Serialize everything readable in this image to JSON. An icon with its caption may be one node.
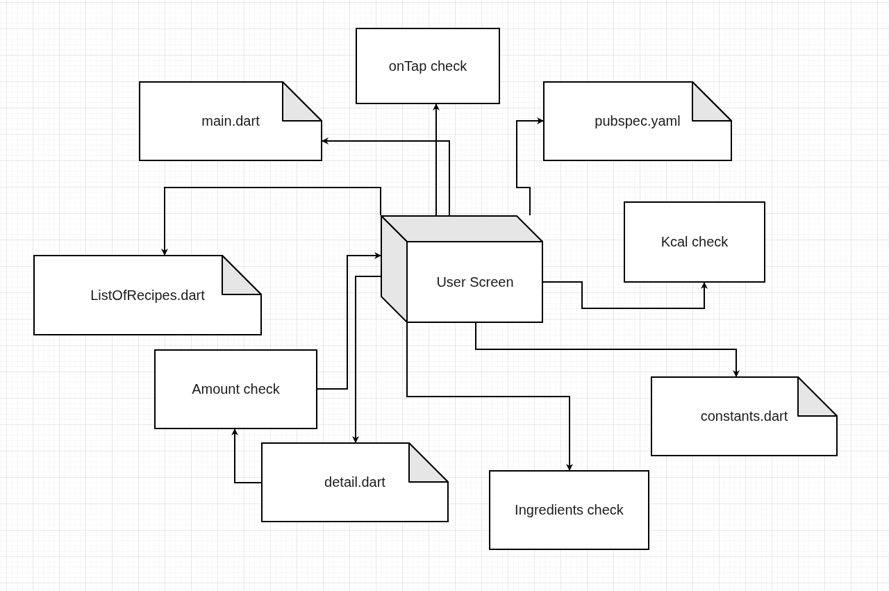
{
  "diagram": {
    "nodes": [
      {
        "text": [
          "onTap check"
        ]
      },
      {
        "text": [
          "main.dart"
        ]
      },
      {
        "text": [
          "pubspec.yaml"
        ]
      },
      {
        "text": [
          "ListOfRecipes.dart"
        ]
      },
      {
        "text": [
          "User Screen"
        ]
      },
      {
        "text": [
          "Kcal check"
        ]
      },
      {
        "text": [
          "Amount check"
        ]
      },
      {
        "text": [
          "constants.dart"
        ]
      },
      {
        "text": [
          "detail.dart"
        ]
      },
      {
        "text": [
          "Ingredients check"
        ]
      }
    ],
    "edges": [
      {
        "from": 4,
        "to": 0,
        "arrow": "to"
      },
      {
        "from": 4,
        "to": 1,
        "arrow": "to"
      },
      {
        "from": 4,
        "to": 2,
        "arrow": "to"
      },
      {
        "from": 4,
        "to": 3,
        "arrow": "to"
      },
      {
        "from": 6,
        "to": 4,
        "arrow": "to"
      },
      {
        "from": 4,
        "to": 8,
        "arrow": "to"
      },
      {
        "from": 4,
        "to": 5,
        "arrow": "to"
      },
      {
        "from": 4,
        "to": 7,
        "arrow": "to"
      },
      {
        "from": 4,
        "to": 9,
        "arrow": "to"
      },
      {
        "from": 8,
        "to": 6,
        "arrow": "to"
      }
    ]
  }
}
